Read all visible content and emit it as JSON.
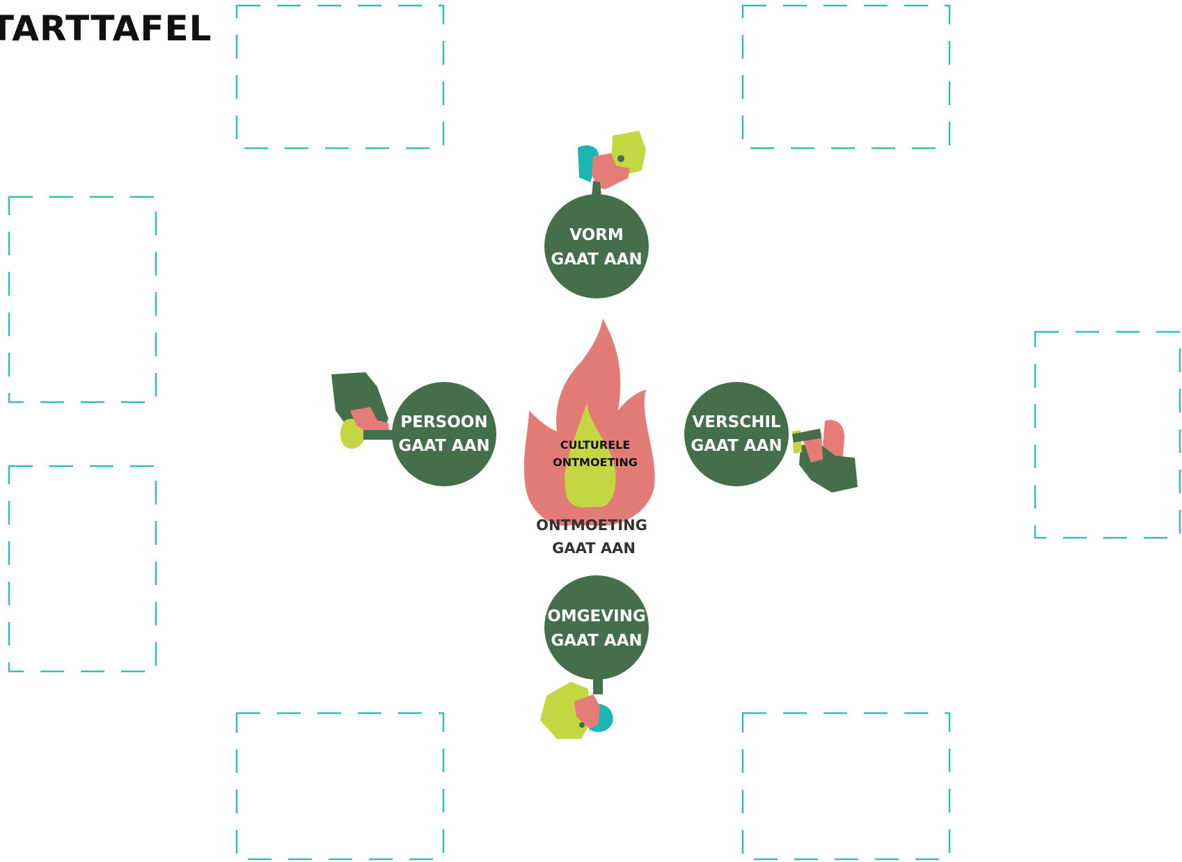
{
  "title": "TARTTAFEL",
  "center": {
    "line1": "CULTURELE",
    "line2": "ONTMOETING"
  },
  "ontmoeting": {
    "line1": "ONTMOETING",
    "line2": "GAAT AAN"
  },
  "nodes": {
    "vorm": {
      "line1": "VORM",
      "line2": "GAAT AAN"
    },
    "persoon": {
      "line1": "PERSOON",
      "line2": "GAAT AAN"
    },
    "verschil": {
      "line1": "VERSCHIL",
      "line2": "GAAT AAN"
    },
    "omgeving": {
      "line1": "OMGEVING",
      "line2": "GAAT AAN"
    }
  },
  "colors": {
    "node": "#456e4a",
    "flame": "#e37c76",
    "inner_flame": "#c3d742",
    "dash": "#34bdb4",
    "skin": "#e67c78",
    "teal_hair": "#19b6b4"
  }
}
